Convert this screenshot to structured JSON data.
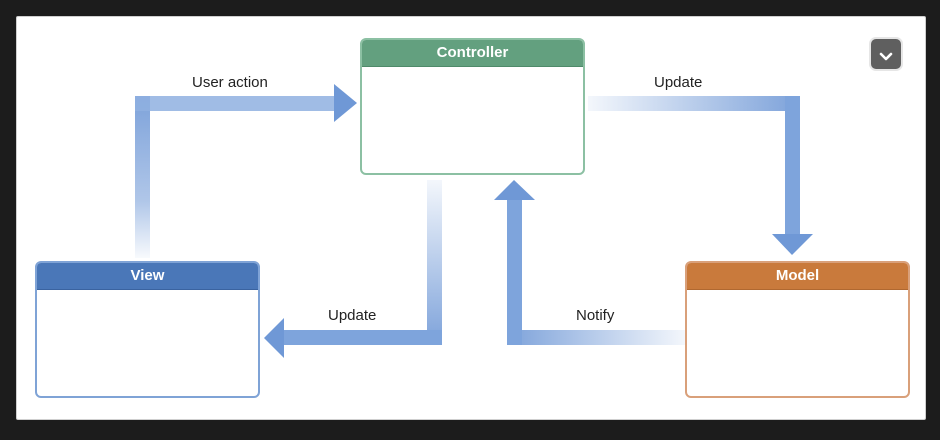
{
  "diagram": {
    "controller": {
      "title": "Controller",
      "color": "#63a07f",
      "border": "#8cc0a3"
    },
    "view": {
      "title": "View",
      "color": "#4a77b8",
      "border": "#7fa3d6"
    },
    "model": {
      "title": "Model",
      "color": "#c97a3c",
      "border": "#d9a07a"
    },
    "edges": {
      "user_action": "User action",
      "update_model": "Update",
      "update_view": "Update",
      "notify": "Notify"
    },
    "arrow_color": "#6f98d6"
  },
  "controls": {
    "collapse_icon": "chevron-down-icon"
  }
}
